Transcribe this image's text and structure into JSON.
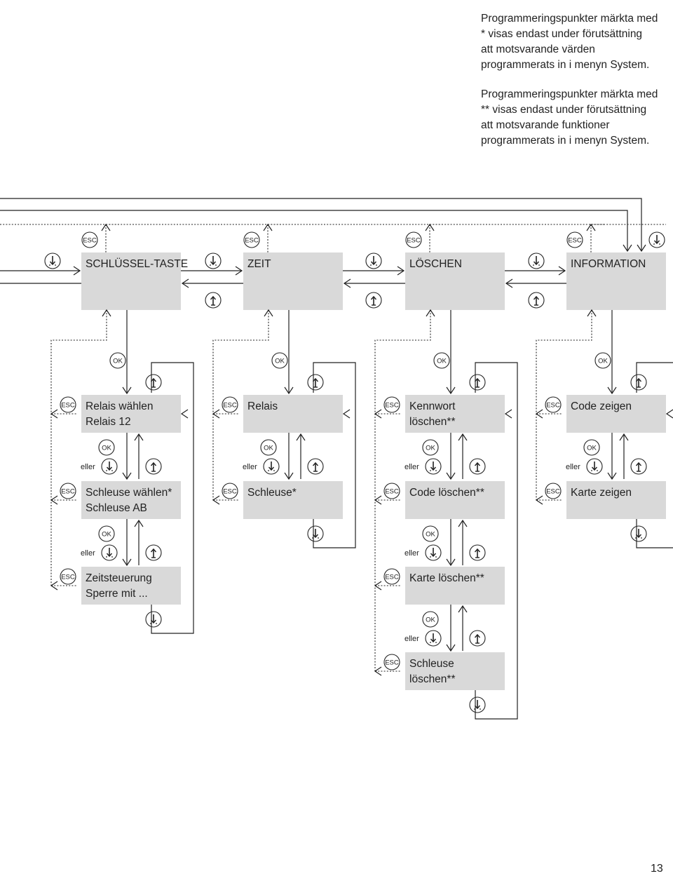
{
  "notes": [
    {
      "lines": [
        "Programmeringspunkter märkta med",
        "* visas endast under förutsättning",
        "att motsvarande värden",
        "programmerats in i menyn System."
      ]
    },
    {
      "lines": [
        "Programmeringspunkter märkta med",
        "** visas endast under förutsättning",
        "att motsvarande funktioner",
        "programmerats in i menyn System."
      ]
    }
  ],
  "menu": {
    "top": [
      "SCHLÜSSEL-TASTE",
      "ZEIT",
      "LÖSCHEN",
      "INFORMATION"
    ],
    "columns": [
      [
        {
          "lines": [
            "Relais wählen",
            "Relais 12"
          ]
        },
        {
          "lines": [
            "Schleuse wählen*",
            "Schleuse AB"
          ]
        },
        {
          "lines": [
            "Zeitsteuerung",
            "Sperre mit ..."
          ]
        }
      ],
      [
        {
          "lines": [
            "Relais"
          ]
        },
        {
          "lines": [
            "Schleuse*"
          ]
        }
      ],
      [
        {
          "lines": [
            "Kennwort",
            "löschen**"
          ]
        },
        {
          "lines": [
            "Code löschen**"
          ]
        },
        {
          "lines": [
            "Karte löschen**"
          ]
        },
        {
          "lines": [
            "Schleuse",
            "löschen**"
          ]
        }
      ],
      [
        {
          "lines": [
            "Code zeigen"
          ]
        },
        {
          "lines": [
            "Karte zeigen"
          ]
        }
      ]
    ]
  },
  "keys": {
    "esc": "ESC",
    "ok": "OK",
    "or": "eller",
    "down_icon": "arrow-down-key-icon",
    "up_icon": "arrow-up-key-icon"
  },
  "colors": {
    "box_fill": "#d9d9d9",
    "line": "#222222"
  },
  "page_number": "13"
}
